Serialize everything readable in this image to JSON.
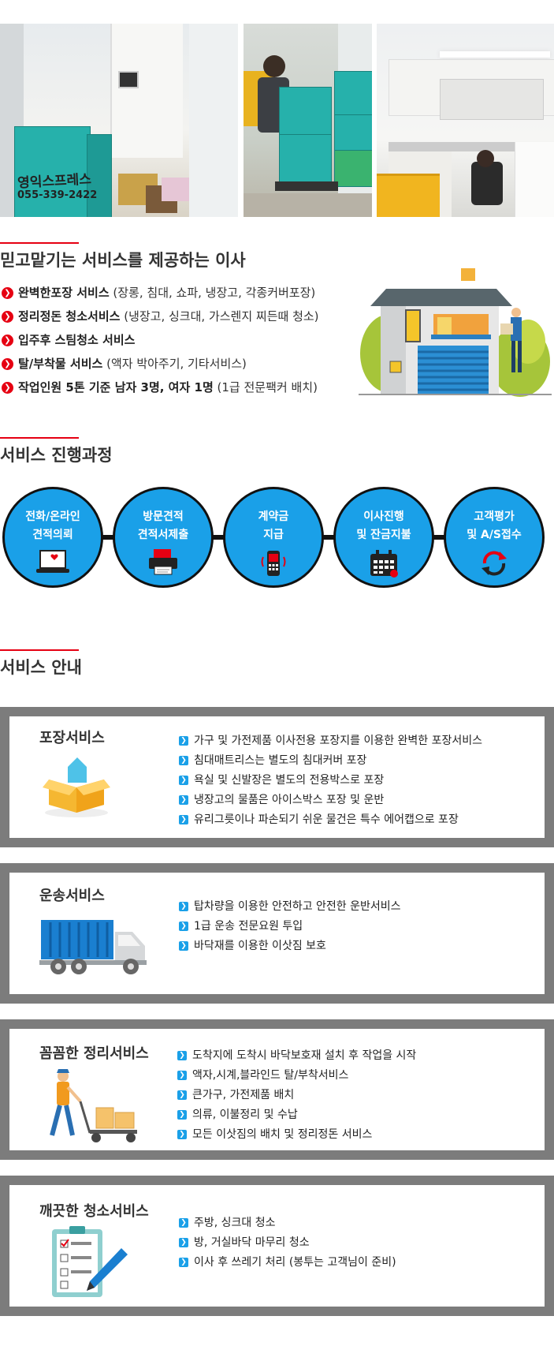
{
  "photos": {
    "box_label_1": "영익스프레스",
    "box_phone_1": "055-339-2422"
  },
  "trust": {
    "title": "믿고맡기는 서비스를 제공하는 이사",
    "items": [
      {
        "label": "완벽한포장 서비스",
        "detail": "(장롱, 침대, 쇼파, 냉장고, 각종커버포장)"
      },
      {
        "label": "정리정돈 청소서비스",
        "detail": "(냉장고, 싱크대, 가스렌지 찌든때 청소)"
      },
      {
        "label": "입주후 스팀청소 서비스",
        "detail": ""
      },
      {
        "label": "탈/부착물 서비스",
        "detail": "(액자 박아주기, 기타서비스)"
      },
      {
        "label": "작업인원 5톤 기준 남자 3명, 여자 1명",
        "detail": "(1급 전문팩커 배치)"
      }
    ]
  },
  "process": {
    "title": "서비스 진행과정",
    "steps": [
      {
        "line1": "전화/온라인",
        "line2": "견적의뢰",
        "icon": "laptop-icon"
      },
      {
        "line1": "방문견적",
        "line2": "견적서제출",
        "icon": "printer-icon"
      },
      {
        "line1": "계약금",
        "line2": "지급",
        "icon": "mobile-phone-icon"
      },
      {
        "line1": "이사진행",
        "line2": "및 잔금지불",
        "icon": "calendar-icon"
      },
      {
        "line1": "고객평가",
        "line2": "및 A/S접수",
        "icon": "refresh-icon"
      }
    ]
  },
  "guide": {
    "title": "서비스 안내",
    "cards": [
      {
        "title": "포장서비스",
        "icon": "box-icon",
        "items": [
          "가구 및 가전제품 이사전용 포장지를 이용한 완벽한 포장서비스",
          "침대매트리스는 별도의 침대커버 포장",
          "욕실 및 신발장은 별도의 전용박스로 포장",
          "냉장고의 물품은 아이스박스 포장 및 운반",
          "유리그릇이나 파손되기 쉬운 물건은 특수 에어캡으로 포장"
        ]
      },
      {
        "title": "운송서비스",
        "icon": "truck-icon",
        "items": [
          "탑차량을 이용한 안전하고 안전한 운반서비스",
          "1급 운송 전문요원 투입",
          "바닥재를 이용한 이삿짐 보호"
        ]
      },
      {
        "title": "꼼꼼한 정리서비스",
        "icon": "hand-truck-worker-icon",
        "items": [
          "도착지에 도착시 바닥보호재 설치 후 작업을 시작",
          "액자,시계,블라인드 탈/부착서비스",
          "큰가구, 가전제품 배치",
          "의류, 이불정리 및 수납",
          "모든 이삿짐의 배치 및 정리정돈 서비스"
        ]
      },
      {
        "title": "깨끗한 청소서비스",
        "icon": "checklist-icon",
        "items": [
          "주방, 싱크대 청소",
          "방, 거실바닥 마무리 청소",
          "이사 후 쓰레기 처리 (봉투는 고객님이 준비)"
        ]
      }
    ]
  }
}
